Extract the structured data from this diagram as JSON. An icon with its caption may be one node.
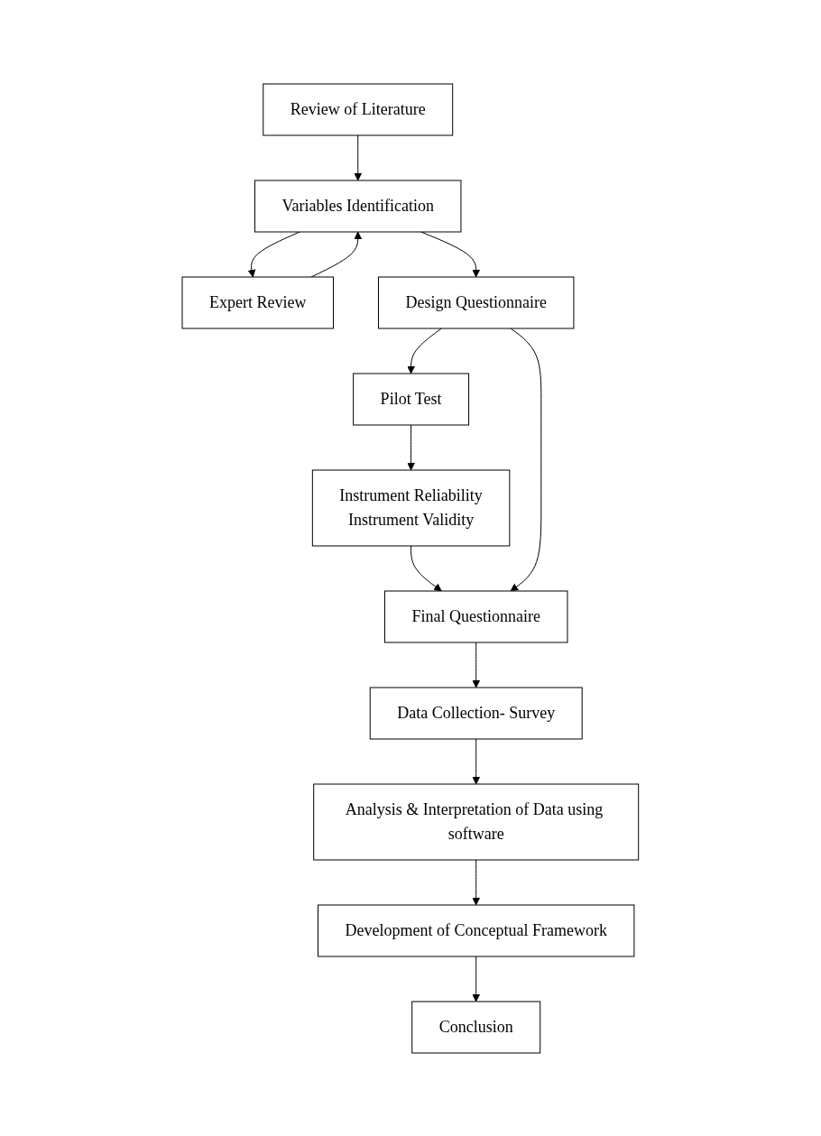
{
  "diagram": {
    "nodes": [
      {
        "text": [
          "Review of Literature"
        ]
      },
      {
        "text": [
          "Variables Identification"
        ]
      },
      {
        "text": [
          "Expert Review"
        ]
      },
      {
        "text": [
          "Design Questionnaire"
        ]
      },
      {
        "text": [
          "Pilot Test"
        ]
      },
      {
        "text": [
          "Instrument Reliability",
          "Instrument Validity"
        ]
      },
      {
        "text": [
          "Final Questionnaire"
        ]
      },
      {
        "text": [
          "Data Collection- Survey"
        ]
      },
      {
        "text": [
          "Analysis & Interpretation of Data using software"
        ]
      },
      {
        "text": [
          "Development of Conceptual Framework"
        ]
      },
      {
        "text": [
          "Conclusion"
        ]
      }
    ],
    "edges": [
      {
        "from": 0,
        "to": 1,
        "arrow": "to"
      },
      {
        "from": 1,
        "to": 2,
        "arrow": "to"
      },
      {
        "from": 2,
        "to": 1,
        "arrow": "to"
      },
      {
        "from": 1,
        "to": 3,
        "arrow": "to"
      },
      {
        "from": 3,
        "to": 4,
        "arrow": "to"
      },
      {
        "from": 4,
        "to": 5,
        "arrow": "to"
      },
      {
        "from": 5,
        "to": 6,
        "arrow": "to"
      },
      {
        "from": 3,
        "to": 6,
        "arrow": "to"
      },
      {
        "from": 6,
        "to": 7,
        "arrow": "to"
      },
      {
        "from": 7,
        "to": 8,
        "arrow": "to"
      },
      {
        "from": 8,
        "to": 9,
        "arrow": "to"
      },
      {
        "from": 9,
        "to": 10,
        "arrow": "to"
      }
    ]
  }
}
